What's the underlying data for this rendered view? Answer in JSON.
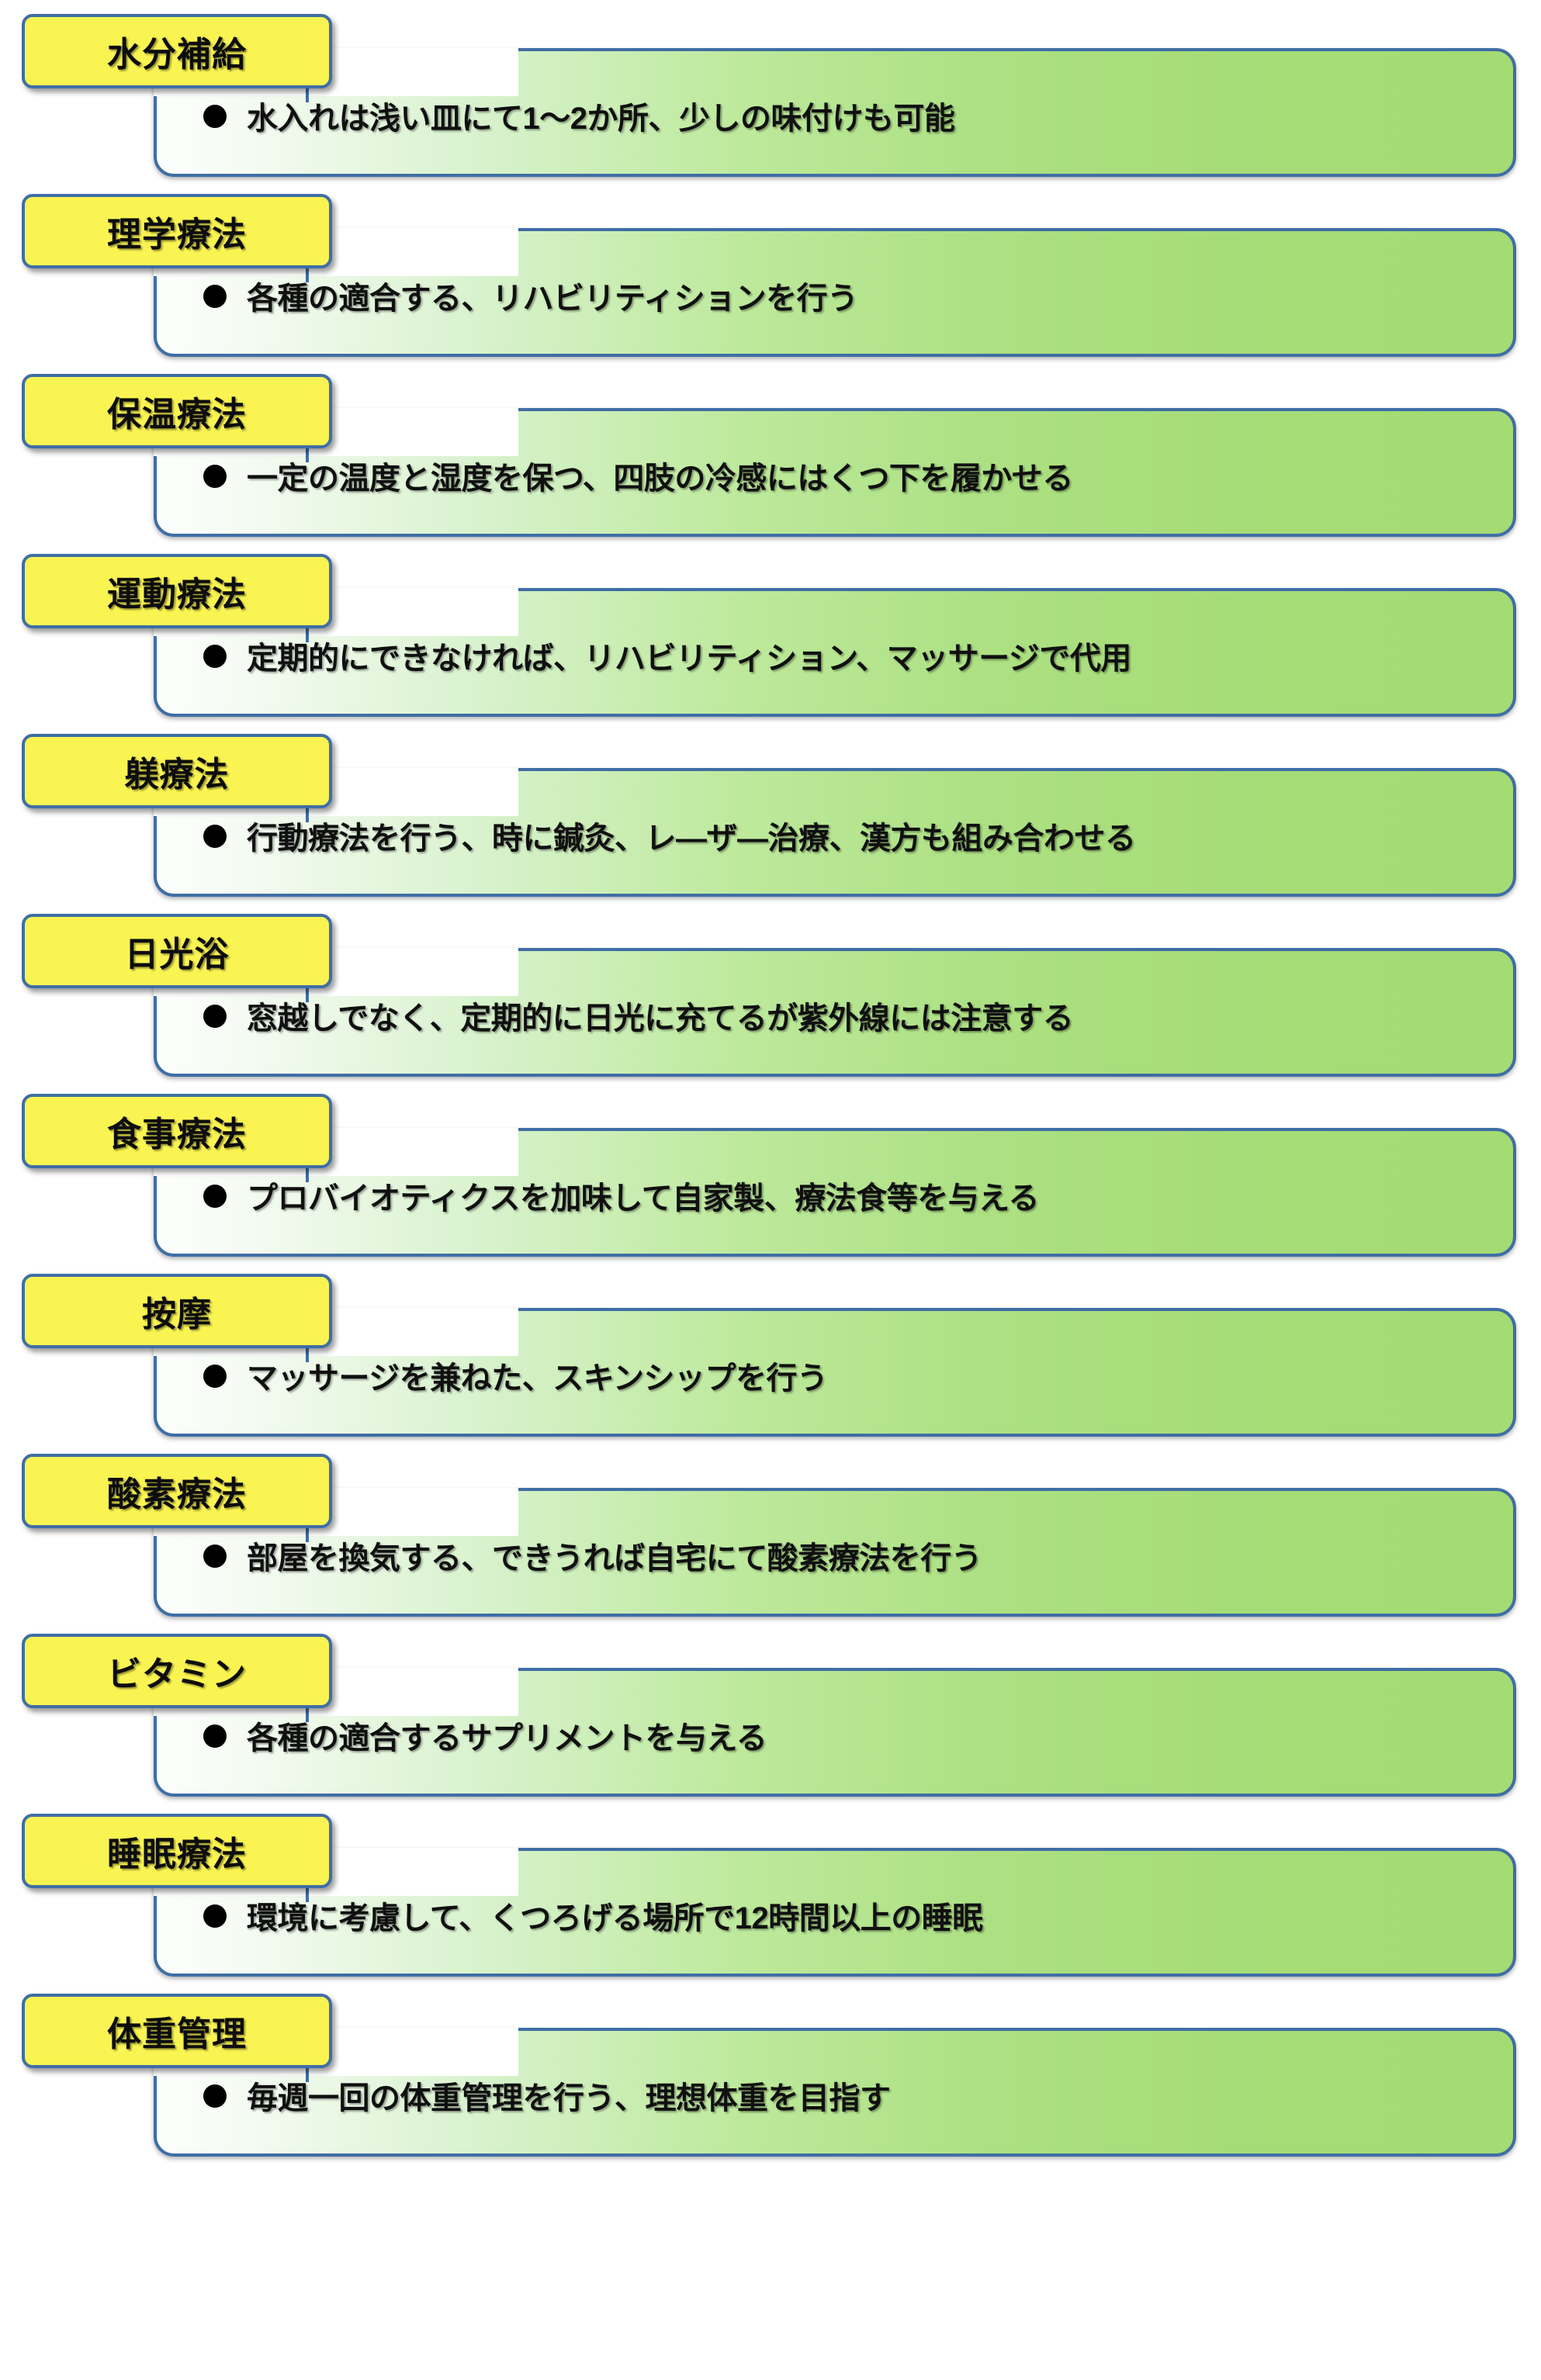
{
  "colors": {
    "tab_fill": "#FAF452",
    "tab_border": "#3F6EA5",
    "panel_border": "#3F6EA5",
    "panel_gradient_start": "#FDFEFD",
    "panel_gradient_end": "#A4DB73",
    "bullet": "#000000",
    "text": "#101010",
    "background": "#FFFFFF"
  },
  "bullet_icon": "filled-circle-bullet",
  "rows": [
    {
      "tab": "水分補給",
      "bullet": "水入れは浅い皿にて1～2か所、少しの味付けも可能"
    },
    {
      "tab": "理学療法",
      "bullet": "各種の適合する、リハビリティションを行う"
    },
    {
      "tab": "保温療法",
      "bullet": "一定の温度と湿度を保つ、四肢の冷感にはくつ下を履かせる"
    },
    {
      "tab": "運動療法",
      "bullet": "定期的にできなければ、リハビリティション、マッサージで代用"
    },
    {
      "tab": "躾療法",
      "bullet": "行動療法を行う、時に鍼灸、レ―ザ―治療、漢方も組み合わせる"
    },
    {
      "tab": "日光浴",
      "bullet": "窓越しでなく、定期的に日光に充てるが紫外線には注意する"
    },
    {
      "tab": "食事療法",
      "bullet": "プロバイオティクスを加味して自家製、療法食等を与える"
    },
    {
      "tab": "按摩",
      "bullet": "マッサージを兼ねた、スキンシップを行う"
    },
    {
      "tab": "酸素療法",
      "bullet": "部屋を換気する、できうれば自宅にて酸素療法を行う"
    },
    {
      "tab": "ビタミン",
      "bullet": "各種の適合するサプリメントを与える"
    },
    {
      "tab": "睡眠療法",
      "bullet": "環境に考慮して、くつろげる場所で12時間以上の睡眠"
    },
    {
      "tab": "体重管理",
      "bullet": "毎週一回の体重管理を行う、理想体重を目指す"
    }
  ]
}
